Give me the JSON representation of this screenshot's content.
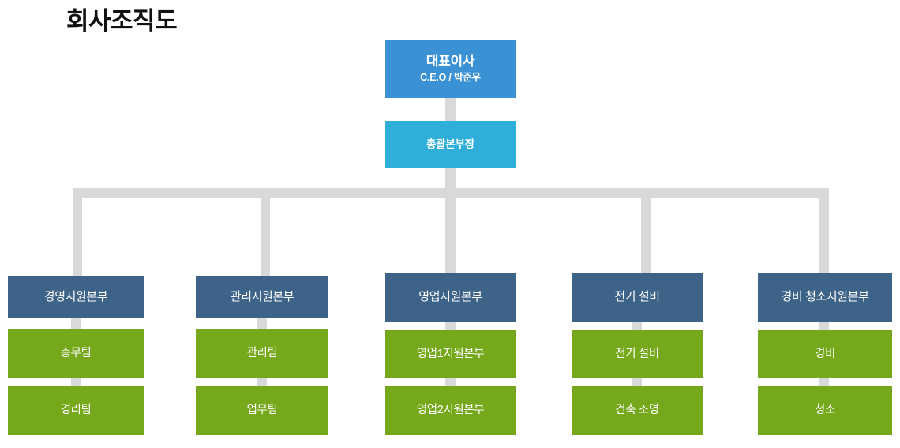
{
  "page": {
    "title": "회사조직도",
    "background_color": "#ffffff"
  },
  "colors": {
    "ceo_box": "#3a92d4",
    "director_box": "#2eaed8",
    "division_box": "#3e6389",
    "team_box": "#76a81c",
    "connector": "#d9d9d9",
    "title_text": "#111111",
    "box_text": "#ffffff"
  },
  "chart_data": {
    "type": "diagram",
    "title": "회사조직도",
    "root": {
      "label": "대표이사",
      "subtitle": "C.E.O / 박준우",
      "level": 0,
      "color": "#3a92d4"
    },
    "second_level": {
      "label": "총괄본부장",
      "level": 1,
      "color": "#2eaed8"
    },
    "columns": [
      {
        "division": "경영지원본부",
        "teams": [
          "총무팀",
          "경리팀"
        ]
      },
      {
        "division": "관리지원본부",
        "teams": [
          "관리팀",
          "업무팀"
        ]
      },
      {
        "division": "영업지원본부",
        "teams": [
          "영업1지원본부",
          "영업2지원본부"
        ]
      },
      {
        "division": "전기 설비",
        "teams": [
          "전기 설비",
          "건축 조명"
        ]
      },
      {
        "division": "경비 청소지원본부",
        "teams": [
          "경비",
          "청소"
        ]
      }
    ]
  }
}
